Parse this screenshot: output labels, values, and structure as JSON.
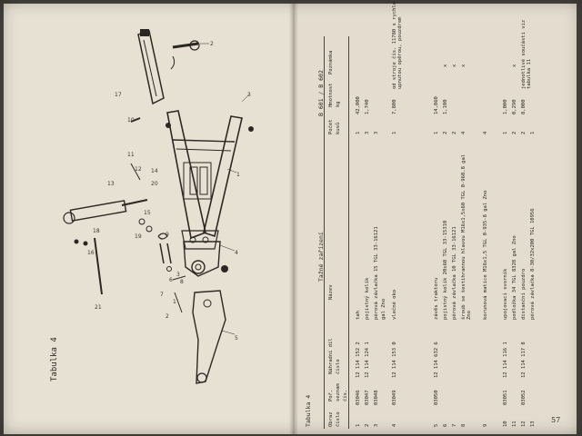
{
  "left_page": {
    "caption": "Tabulka 4",
    "diagram_labels": [
      "2",
      "1",
      "3",
      "17",
      "10",
      "11",
      "12",
      "13",
      "14",
      "15",
      "16",
      "18",
      "19",
      "20",
      "21",
      "1",
      "2",
      "3",
      "4",
      "5",
      "6",
      "7",
      "8",
      "9"
    ]
  },
  "right_page": {
    "table_caption": "Tabulka 4",
    "section_title": "Tažné zařízení",
    "models": "B 601 / B 602",
    "col_obraz": "Obraz",
    "col_obraz_2": "číslo",
    "col_poradi": "Poř.",
    "col_seznam": "seznam",
    "col_seznam_2": "čís.",
    "col_nahradni": "Náhradní díl",
    "col_nahradni_2": "číslo",
    "col_nazev": "Název",
    "col_pocet": "Počet",
    "col_pocet_2": "kusů",
    "col_hmotnost": "Hmotnost",
    "col_hmotnost_2": "kg",
    "col_poznamka": "Poznámka",
    "rows": [
      {
        "obr": "1",
        "seznam": "03046",
        "dil": "12 114 152 2",
        "nazev": "tah",
        "kusu": "1",
        "kg": "42,000",
        "pozn": ""
      },
      {
        "obr": "2",
        "seznam": "03047",
        "dil": "12 114 124 1",
        "nazev": "pojistný kolík",
        "kusu": "3",
        "kg": "1,740",
        "pozn": ""
      },
      {
        "obr": "3",
        "seznam": "03048",
        "dil": "",
        "nazev": "pérová závlačka 15 TGL 33-16121",
        "kusu": "3",
        "kg": "",
        "pozn": ""
      },
      {
        "obr": "",
        "seznam": "",
        "dil": "",
        "nazev": "gal Zno",
        "kusu": "",
        "kg": "",
        "pozn": ""
      },
      {
        "obr": "4",
        "seznam": "03049",
        "dil": "12 114 153 0",
        "nazev": "vlečné oko",
        "kusu": "1",
        "kg": "7,800",
        "pozn": "od stroje čís. 11780 s rychle upnutou opěrou, pouzdrem"
      },
      {
        "obr": "5",
        "seznam": "03050",
        "dil": "12 114 632 6",
        "nazev": "závěs traktoru",
        "kusu": "1",
        "kg": "14,860",
        "pozn": ""
      },
      {
        "obr": "6",
        "seznam": "",
        "dil": "",
        "nazev": "pojistný kolík 20x60 TGL 33-15310",
        "kusu": "2",
        "kg": "1,100",
        "pozn": "x"
      },
      {
        "obr": "7",
        "seznam": "",
        "dil": "",
        "nazev": "pérová závlačka 10 TGL 33-16121",
        "kusu": "2",
        "kg": "",
        "pozn": "x"
      },
      {
        "obr": "8",
        "seznam": "",
        "dil": "",
        "nazev": "šroub se šestihrannou hlavou M16x1,5x60 TGL 0-960.8 gal Zno",
        "kusu": "4",
        "kg": "",
        "pozn": "x"
      },
      {
        "obr": "9",
        "seznam": "",
        "dil": "",
        "nazev": "korunová matice M16x1,5 TGL 0-935-8 gal Zno",
        "kusu": "4",
        "kg": "",
        "pozn": ""
      },
      {
        "obr": "10",
        "seznam": "03051",
        "dil": "12 114 116 1",
        "nazev": "upojovací svorník",
        "kusu": "1",
        "kg": "1,000",
        "pozn": ""
      },
      {
        "obr": "11",
        "seznam": "",
        "dil": "",
        "nazev": "podložka 34 TGL 8328 gal Zno",
        "kusu": "2",
        "kg": "0,290",
        "pozn": "x"
      },
      {
        "obr": "12",
        "seznam": "03052",
        "dil": "12 114 117 8",
        "nazev": "distanční pouzdro",
        "kusu": "2",
        "kg": "8,000",
        "pozn": "jednotlivé součásti viz tabulka 11"
      },
      {
        "obr": "13",
        "seznam": "",
        "dil": "",
        "nazev": "pérová závlačka 8-30/32x200 TGL 10956",
        "kusu": "1",
        "kg": "",
        "pozn": ""
      }
    ],
    "page_number": "57"
  }
}
